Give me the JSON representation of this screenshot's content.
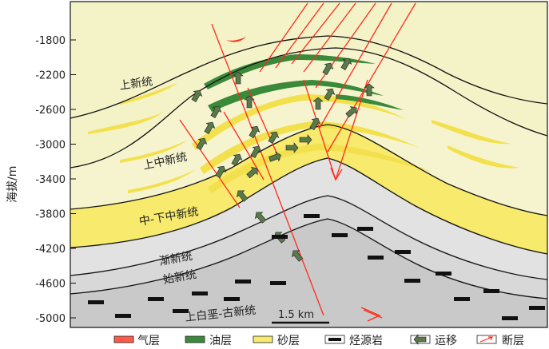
{
  "y_axis": {
    "title": "海拔/m",
    "ticks": [
      "-1800",
      "-2200",
      "-2600",
      "-3000",
      "-3400",
      "-3800",
      "-4200",
      "-4600",
      "-5000"
    ]
  },
  "units": [
    {
      "name": "上新统"
    },
    {
      "name": "上中新统"
    },
    {
      "name": "中-下中新统"
    },
    {
      "name": "渐新统"
    },
    {
      "name": "始新统"
    },
    {
      "name": "上白垩-古新统"
    }
  ],
  "scale_bar": {
    "label": "1.5 km"
  },
  "legend": [
    {
      "label": "气层",
      "icon": "gas-layer-swatch",
      "color": "#ff5a4a"
    },
    {
      "label": "油层",
      "icon": "oil-layer-swatch",
      "color": "#3a8a3a"
    },
    {
      "label": "砂层",
      "icon": "sand-layer-swatch",
      "color": "#f7ea6c"
    },
    {
      "label": "烃源岩",
      "icon": "source-rock-swatch",
      "color": "#111111"
    },
    {
      "label": "运移",
      "icon": "migration-arrow-icon",
      "color": "#5a7a4a"
    },
    {
      "label": "断层",
      "icon": "fault-icon",
      "color": "#ff2a1a"
    }
  ],
  "colors": {
    "background_upper": "#f4f3c8",
    "sand": "#f7ea6c",
    "oil": "#3a8a3a",
    "gas": "#ff3020",
    "shale_grey": "#dcdcdc",
    "deep_grey": "#cfcfcf",
    "fault": "#ff2a1a"
  }
}
